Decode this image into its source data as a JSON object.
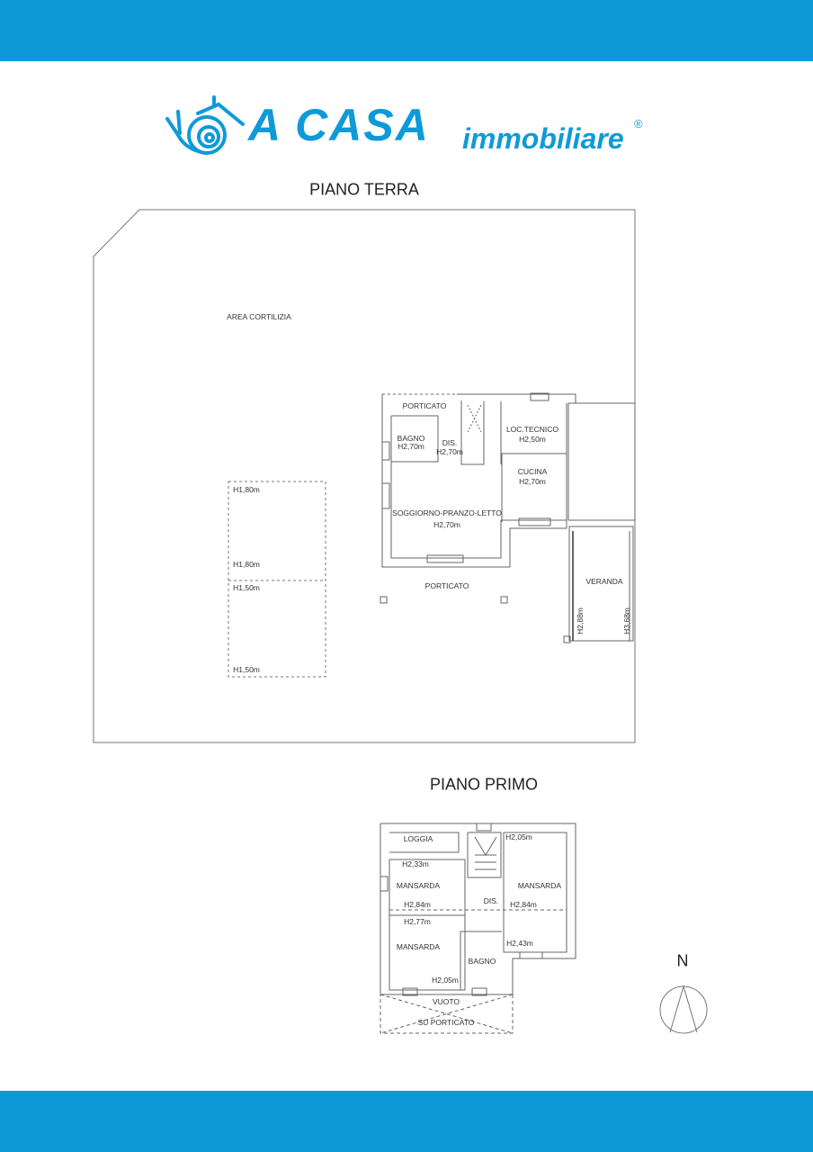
{
  "brand": {
    "name": "A CASA",
    "subtitle": "immobiliare",
    "registered": "®",
    "color": "#0e9ad9"
  },
  "ground_floor": {
    "title": "PIANO TERRA",
    "labels": {
      "courtyard": "AREA CORTILIZIA",
      "porch_top": "PORTICATO",
      "bath": "BAGNO",
      "bath_h": "H2,70m",
      "hall": "DIS.",
      "hall_h": "H2,70m",
      "tech": "LOC.TECNICO",
      "tech_h": "H2,50m",
      "kitchen": "CUCINA",
      "kitchen_h": "H2,70m",
      "living": "SOGGIORNO-PRANZO-LETTO",
      "living_h": "H2,70m",
      "porch_bottom": "PORTICATO",
      "veranda": "VERANDA",
      "veranda_h1": "H2,88m",
      "veranda_h2": "H3,68m",
      "shed_h1": "H1,80m",
      "shed_h2": "H1,80m",
      "shed_h3": "H1,50m",
      "shed_h4": "H1,50m"
    }
  },
  "first_floor": {
    "title": "PIANO PRIMO",
    "labels": {
      "loggia": "LOGGIA",
      "attic1_h_top": "H2,33m",
      "attic1": "MANSARDA",
      "attic1_h_mid": "H2,84m",
      "attic2_h_top": "H2,77m",
      "attic2": "MANSARDA",
      "attic2_h_bottom": "H2,05m",
      "bath": "BAGNO",
      "hall": "DIS.",
      "attic3_h_top": "H2,05m",
      "attic3": "MANSARDA",
      "attic3_h_mid": "H2,84m",
      "attic3_h_bottom": "H2,43m",
      "void": "VUOTO",
      "void_sub": "SU PORTICATO"
    }
  },
  "compass": {
    "label": "N"
  }
}
